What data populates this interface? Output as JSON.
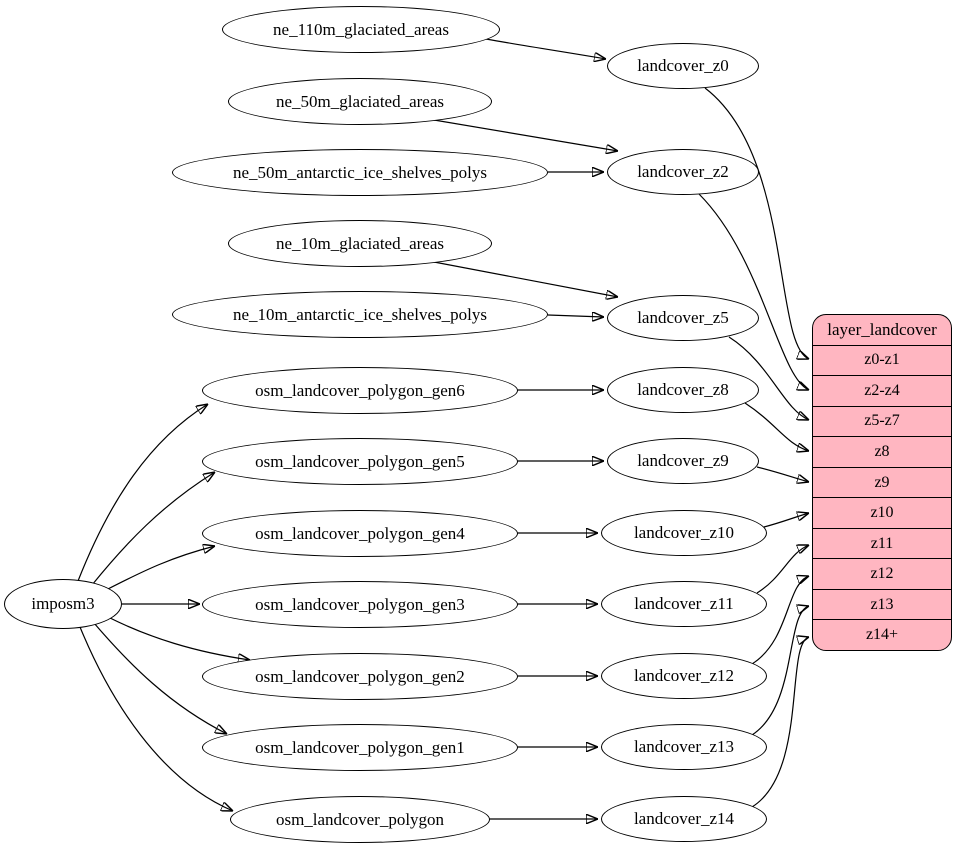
{
  "diagram": {
    "background_color": "#ffffff",
    "node_fill_color": "#ffffff",
    "edge_color": "#000000",
    "imposm": {
      "label": "imposm3"
    },
    "sources": [
      {
        "label": "ne_110m_glaciated_areas"
      },
      {
        "label": "ne_50m_glaciated_areas"
      },
      {
        "label": "ne_50m_antarctic_ice_shelves_polys"
      },
      {
        "label": "ne_10m_glaciated_areas"
      },
      {
        "label": "ne_10m_antarctic_ice_shelves_polys"
      },
      {
        "label": "osm_landcover_polygon_gen6"
      },
      {
        "label": "osm_landcover_polygon_gen5"
      },
      {
        "label": "osm_landcover_polygon_gen4"
      },
      {
        "label": "osm_landcover_polygon_gen3"
      },
      {
        "label": "osm_landcover_polygon_gen2"
      },
      {
        "label": "osm_landcover_polygon_gen1"
      },
      {
        "label": "osm_landcover_polygon"
      }
    ],
    "generalized_tables": [
      {
        "label": "landcover_z0"
      },
      {
        "label": "landcover_z2"
      },
      {
        "label": "landcover_z5"
      },
      {
        "label": "landcover_z8"
      },
      {
        "label": "landcover_z9"
      },
      {
        "label": "landcover_z10"
      },
      {
        "label": "landcover_z11"
      },
      {
        "label": "landcover_z12"
      },
      {
        "label": "landcover_z13"
      },
      {
        "label": "landcover_z14"
      }
    ],
    "record": {
      "header": "layer_landcover",
      "rows": [
        "z0-z1",
        "z2-z4",
        "z5-z7",
        "z8",
        "z9",
        "z10",
        "z11",
        "z12",
        "z13",
        "z14+"
      ],
      "fill_color": "#ffb6c1",
      "border_color": "#000000"
    },
    "edges": [
      {
        "from": "ne_110m_glaciated_areas",
        "to": "landcover_z0"
      },
      {
        "from": "ne_50m_glaciated_areas",
        "to": "landcover_z2"
      },
      {
        "from": "ne_50m_antarctic_ice_shelves_polys",
        "to": "landcover_z2"
      },
      {
        "from": "ne_10m_glaciated_areas",
        "to": "landcover_z5"
      },
      {
        "from": "ne_10m_antarctic_ice_shelves_polys",
        "to": "landcover_z5"
      },
      {
        "from": "imposm3",
        "to": "osm_landcover_polygon_gen6"
      },
      {
        "from": "imposm3",
        "to": "osm_landcover_polygon_gen5"
      },
      {
        "from": "imposm3",
        "to": "osm_landcover_polygon_gen4"
      },
      {
        "from": "imposm3",
        "to": "osm_landcover_polygon_gen3"
      },
      {
        "from": "imposm3",
        "to": "osm_landcover_polygon_gen2"
      },
      {
        "from": "imposm3",
        "to": "osm_landcover_polygon_gen1"
      },
      {
        "from": "imposm3",
        "to": "osm_landcover_polygon"
      },
      {
        "from": "osm_landcover_polygon_gen6",
        "to": "landcover_z8"
      },
      {
        "from": "osm_landcover_polygon_gen5",
        "to": "landcover_z9"
      },
      {
        "from": "osm_landcover_polygon_gen4",
        "to": "landcover_z10"
      },
      {
        "from": "osm_landcover_polygon_gen3",
        "to": "landcover_z11"
      },
      {
        "from": "osm_landcover_polygon_gen2",
        "to": "landcover_z12"
      },
      {
        "from": "osm_landcover_polygon_gen1",
        "to": "landcover_z13"
      },
      {
        "from": "osm_landcover_polygon",
        "to": "landcover_z14"
      },
      {
        "from": "landcover_z0",
        "to": "z0-z1"
      },
      {
        "from": "landcover_z2",
        "to": "z2-z4"
      },
      {
        "from": "landcover_z5",
        "to": "z5-z7"
      },
      {
        "from": "landcover_z8",
        "to": "z8"
      },
      {
        "from": "landcover_z9",
        "to": "z9"
      },
      {
        "from": "landcover_z10",
        "to": "z10"
      },
      {
        "from": "landcover_z11",
        "to": "z11"
      },
      {
        "from": "landcover_z12",
        "to": "z12"
      },
      {
        "from": "landcover_z13",
        "to": "z13"
      },
      {
        "from": "landcover_z14",
        "to": "z14+"
      }
    ]
  }
}
